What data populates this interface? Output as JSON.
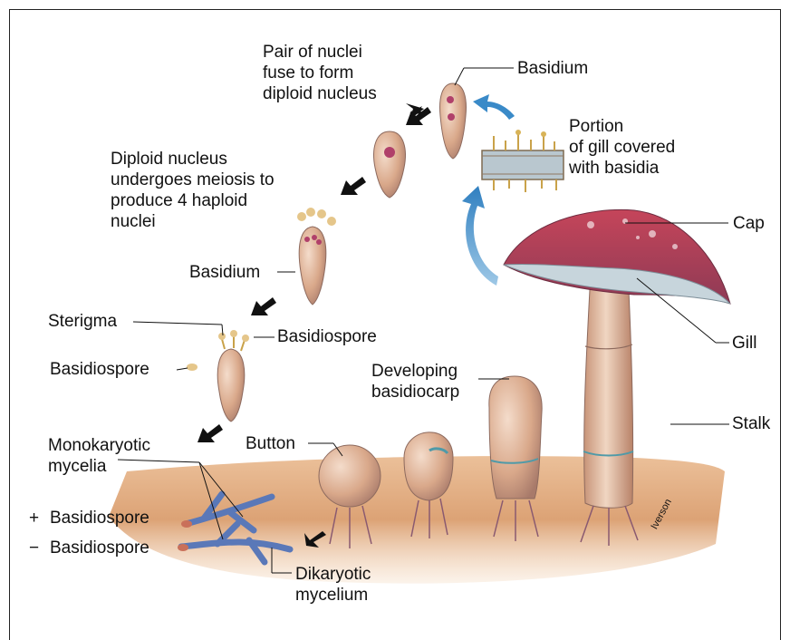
{
  "labels": {
    "fuse": "Pair of nuclei\nfuse to form\ndiploid nucleus",
    "basidium_top": "Basidium",
    "portion": "Portion\nof gill covered\nwith basidia",
    "meiosis": "Diploid nucleus\nundergoes meiosis to\nproduce 4 haploid\nnuclei",
    "basidium_mid": "Basidium",
    "cap": "Cap",
    "sterigma": "Sterigma",
    "basidiospore_right": "Basidiospore",
    "basidiospore_left": "Basidiospore",
    "gill": "Gill",
    "developing": "Developing\nbasidiocarp",
    "stalk": "Stalk",
    "monokaryotic": "Monokaryotic\nmycelia",
    "button": "Button",
    "plus_spore": "Basidiospore",
    "minus_spore": "Basidiospore",
    "plus_sign": "+",
    "minus_sign": "−",
    "dikaryotic": "Dikaryotic\nmycelium",
    "signature": "Iverson"
  }
}
